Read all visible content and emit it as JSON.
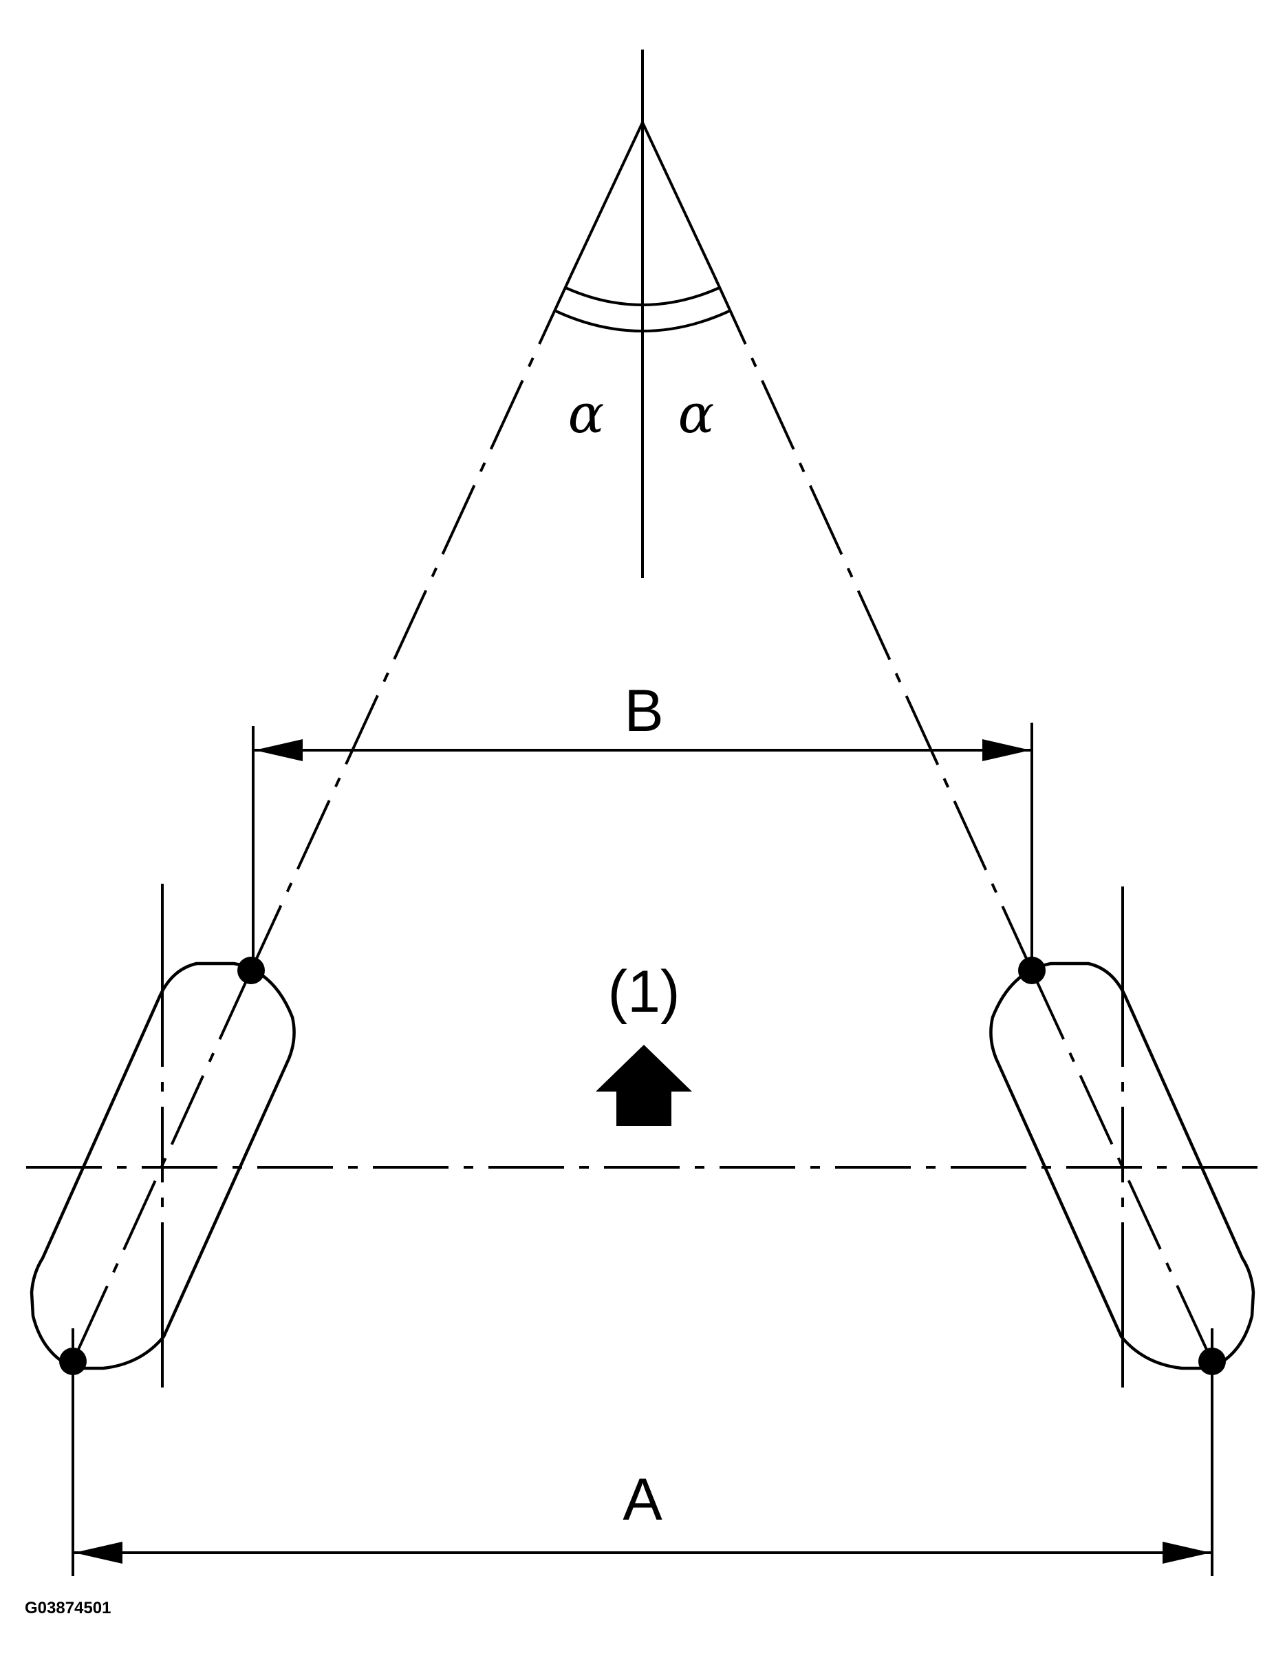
{
  "labels": {
    "alpha_left": "α",
    "alpha_right": "α",
    "dimension_b": "B",
    "dimension_a": "A",
    "direction": "(1)",
    "figure_code": "G03874501"
  }
}
